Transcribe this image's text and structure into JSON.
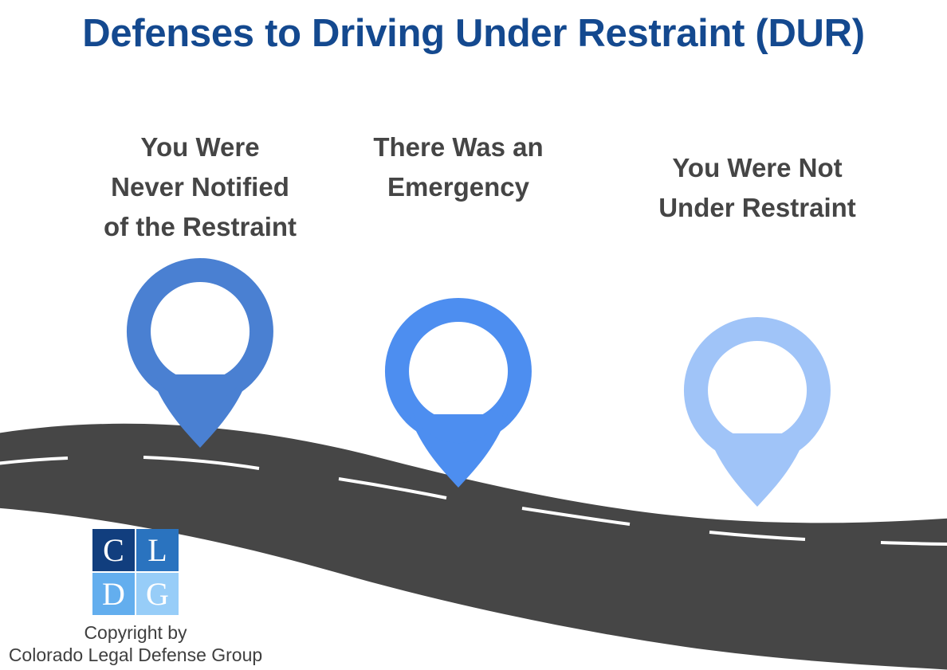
{
  "title": "Defenses to Driving Under Restraint (DUR)",
  "colors": {
    "title_blue": "#14498f",
    "heading_gray": "#454545",
    "road_gray": "#464646",
    "lane_marking": "#ffffff",
    "pin_1": "#4a80d2",
    "pin_2": "#4d8ef0",
    "pin_3": "#a0c4f8",
    "logo_c": "#113e7e",
    "logo_l": "#2a73bf",
    "logo_d": "#63aeee",
    "logo_g": "#97cdf8",
    "background": "#ffffff"
  },
  "defenses": [
    {
      "id": "never-notified",
      "heading_line_1": "You Were",
      "heading_line_2": "Never Notified",
      "heading_line_3": "of the Restraint",
      "pin_color": "#4a80d2"
    },
    {
      "id": "emergency",
      "heading_line_1": "There Was an",
      "heading_line_2": "Emergency",
      "heading_line_3": "",
      "pin_color": "#4d8ef0"
    },
    {
      "id": "not-under-restraint",
      "heading_line_1": "You Were Not",
      "heading_line_2": "Under Restraint",
      "heading_line_3": "",
      "pin_color": "#a0c4f8"
    }
  ],
  "logo": {
    "letters": [
      "C",
      "L",
      "D",
      "G"
    ],
    "copyright_line_1": "Copyright by",
    "copyright_line_2": "Colorado Legal Defense Group"
  }
}
